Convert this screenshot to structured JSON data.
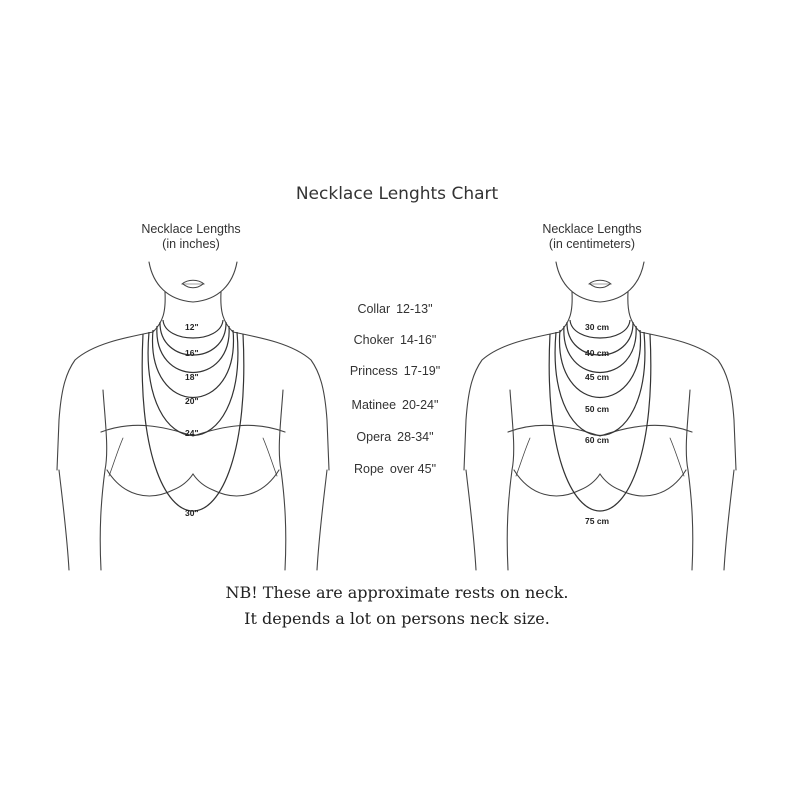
{
  "title": "Necklace Lenghts Chart",
  "left_panel": {
    "heading_line1": "Necklace Lengths",
    "heading_line2": "(in inches)",
    "labels": [
      "12\"",
      "16\"",
      "18\"",
      "20\"",
      "24\"",
      "30\""
    ]
  },
  "right_panel": {
    "heading_line1": "Necklace Lengths",
    "heading_line2": "(in centimeters)",
    "labels": [
      "30 cm",
      "40 cm",
      "45 cm",
      "50 cm",
      "60 cm",
      "75 cm"
    ]
  },
  "legend": [
    {
      "name": "Collar",
      "range": "12-13\""
    },
    {
      "name": "Choker",
      "range": "14-16\""
    },
    {
      "name": "Princess",
      "range": "17-19\""
    },
    {
      "name": "Matinee",
      "range": "20-24\""
    },
    {
      "name": "Opera",
      "range": "28-34\""
    },
    {
      "name": "Rope",
      "range": "over 45\""
    }
  ],
  "note": {
    "line1": "NB! These are approximate rests on neck.",
    "line2": "It depends a lot on persons neck size."
  }
}
